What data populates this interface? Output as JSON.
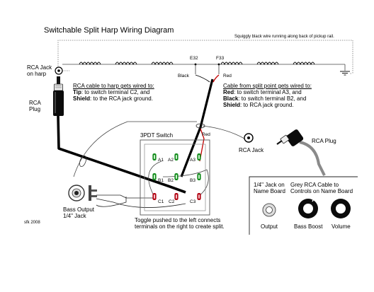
{
  "title": "Switchable Split Harp Wiring Diagram",
  "pickup_note": "Squiggly black wire running along back of pickup rail.",
  "rca_jack_on_harp": [
    "RCA Jack",
    "on harp"
  ],
  "rca_plug_left": [
    "RCA",
    "Plug"
  ],
  "e32_label": "E32",
  "f33_label": "F33",
  "black_label": "Black",
  "red_label": "Red",
  "red_label_switch": "Red",
  "harp_cable_note": {
    "heading": "RCA cable to harp gets wired to:",
    "line1_bold": "Tip",
    "line1_rest": ": to switch terminal C2, and",
    "line2_bold": "Shield",
    "line2_rest": ": to the RCA jack ground."
  },
  "split_cable_note": {
    "heading": "Cable from split point gets wired to:",
    "line1_bold": "Red",
    "line1_rest": ": to switch terminal A3, and",
    "line2_bold": "Black",
    "line2_rest": ": to switch terminal B2, and",
    "line3_bold": "Shield",
    "line3_rest": ": to RCA jack ground."
  },
  "switch_label": "3PDT Switch",
  "terminals": {
    "a1": "A1",
    "a2": "A2",
    "a3": "A3",
    "b1": "B1",
    "b2": "B2",
    "b3": "B3",
    "c1": "C1",
    "c2": "C2",
    "c3": "C3"
  },
  "rca_jack_right": "RCA Jack",
  "rca_plug_right": "RCA Plug",
  "bass_output": [
    "Bass Output",
    "1/4\" Jack"
  ],
  "credit": "sfk 2008",
  "toggle_note": [
    "Toggle pushed to the left connects",
    "terminals on the right to create split."
  ],
  "name_board": {
    "jack_note": [
      "1/4\" Jack on",
      "Name Board"
    ],
    "cable_note": [
      "Grey RCA Cable to",
      "Controls on Name Board"
    ],
    "output": "Output",
    "bass_boost": "Bass Boost",
    "volume": "Volume"
  },
  "colors": {
    "wire_red": "#c40000",
    "terminal_green": "#118a1a",
    "terminal_red": "#b00010",
    "grey_cable": "#8a8a8a",
    "thin_wire": "#555555"
  }
}
